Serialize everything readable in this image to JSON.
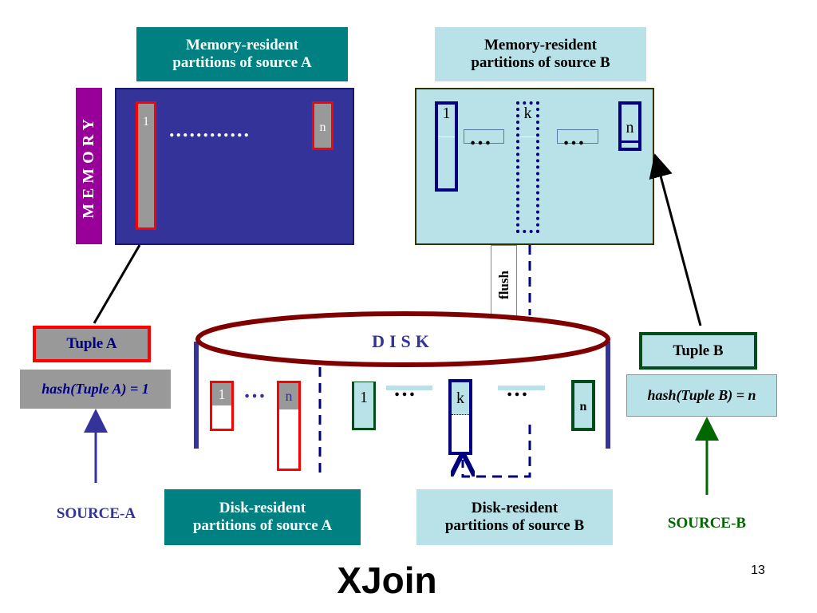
{
  "labels": {
    "mem_a_line1": "Memory-resident",
    "mem_a_line2": "partitions of source A",
    "mem_b_line1": "Memory-resident",
    "mem_b_line2": "partitions of source B",
    "memory": "MEMORY",
    "disk": "DISK",
    "flush": "flush",
    "disk_a_line1": "Disk-resident",
    "disk_a_line2": "partitions of source A",
    "disk_b_line1": "Disk-resident",
    "disk_b_line2": "partitions of source B",
    "tuple_a": "Tuple A",
    "tuple_b": "Tuple B",
    "hash_a": "hash(Tuple A) = 1",
    "hash_b": "hash(Tuple B) = n",
    "source_a": "SOURCE-A",
    "source_b": "SOURCE-B",
    "title": "XJoin",
    "page_number": "13"
  },
  "partitions": {
    "p1": "1",
    "pk": "k",
    "pn": "n",
    "ellipsis": "…",
    "dotted": "............"
  },
  "colors": {
    "teal": "#008080",
    "light_teal": "#b9e2e8",
    "memory_a_fill": "#333399",
    "purple": "#990099",
    "red": "#ff0000",
    "dark_blue": "#000080",
    "dark_green": "#004d1a",
    "disk_red": "#800000",
    "grey": "#999999"
  }
}
